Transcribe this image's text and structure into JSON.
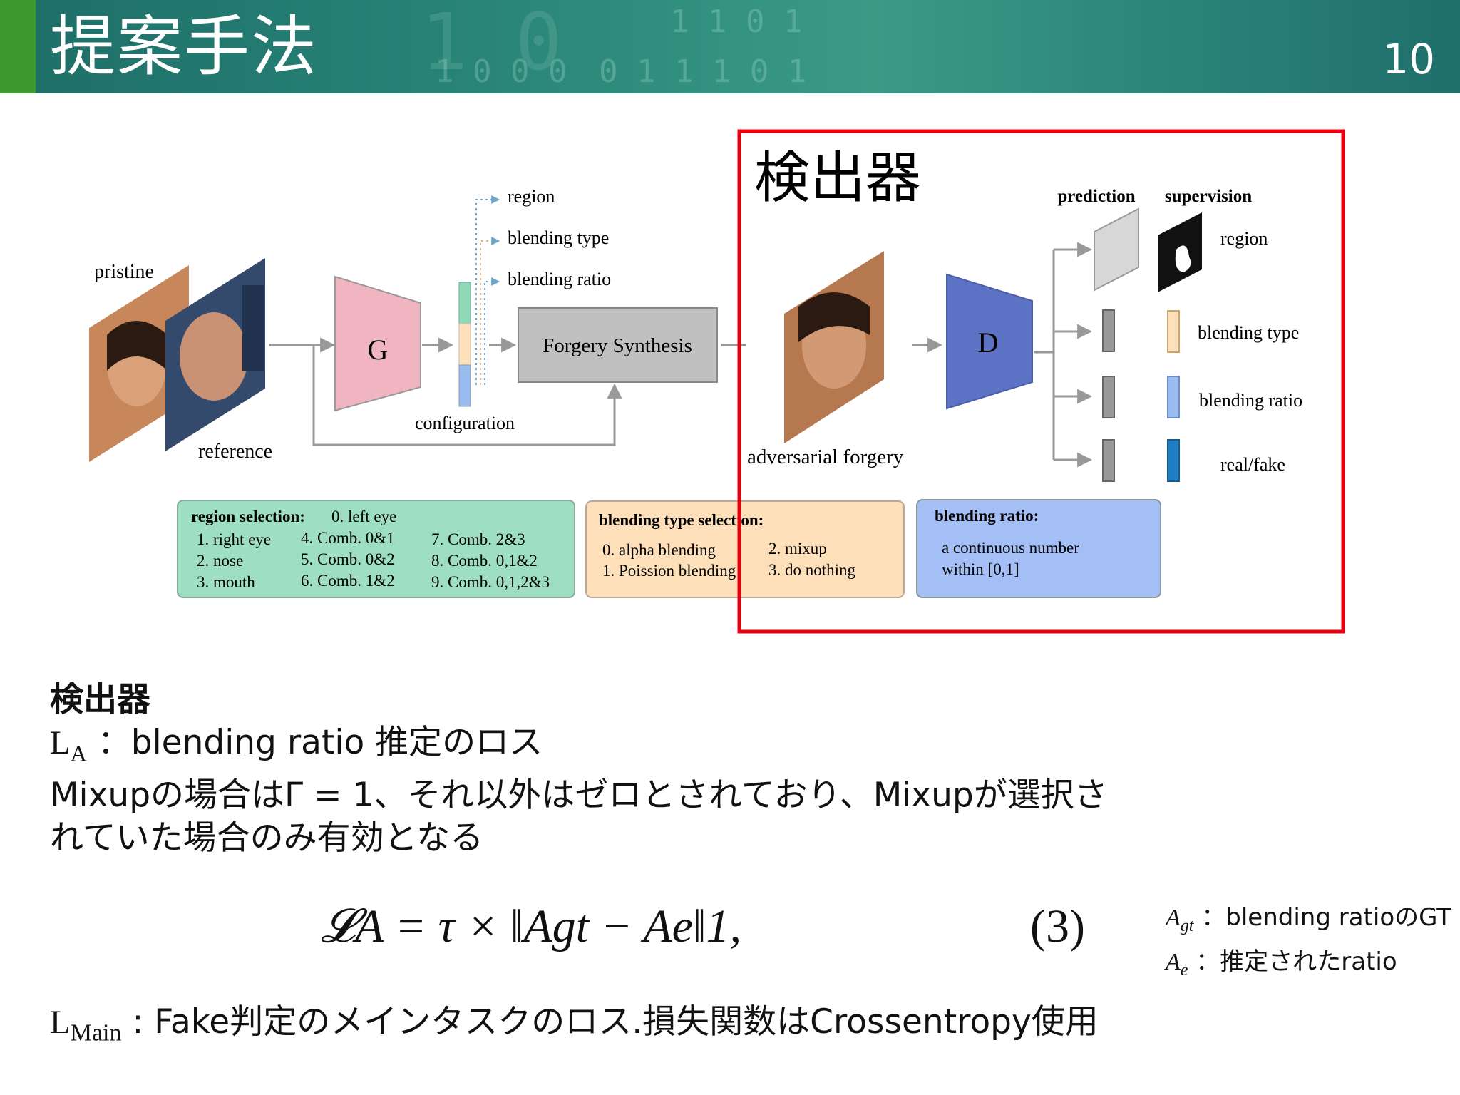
{
  "header": {
    "title": "提案手法",
    "page_number": "10",
    "background_digits": [
      "1 1 0 1",
      "0 1 1 1 0 1",
      "1 0",
      "1 0 0 0"
    ]
  },
  "figure": {
    "detector_label": "検出器",
    "pristine": "pristine",
    "reference": "reference",
    "generator": "G",
    "configuration": "configuration",
    "outputs": [
      "region",
      "blending type",
      "blending ratio"
    ],
    "forgery_synthesis": "Forgery Synthesis",
    "adversarial_forgery": "adversarial forgery",
    "discriminator": "D",
    "prediction": "prediction",
    "supervision": "supervision",
    "supervision_labels": [
      "region",
      "blending type",
      "blending ratio",
      "real/fake"
    ],
    "region_box": {
      "title": "region selection:",
      "first": "0. left eye",
      "col1": [
        "1. right eye",
        "2. nose",
        "3. mouth"
      ],
      "col2": [
        "4. Comb. 0&1",
        "5. Comb. 0&2",
        "6. Comb. 1&2"
      ],
      "col3": [
        "7. Comb. 2&3",
        "8. Comb. 0,1&2",
        "9. Comb. 0,1,2&3"
      ]
    },
    "blend_box": {
      "title": "blending type selection:",
      "col1": [
        "0. alpha blending",
        "1. Poission blending"
      ],
      "col2": [
        "2. mixup",
        "3. do nothing"
      ]
    },
    "ratio_box": {
      "title": "blending ratio:",
      "lines": [
        "a continuous number",
        "within [0,1]"
      ]
    },
    "colors": {
      "green_box": "#9fdfc1",
      "orange_box": "#fde0b9",
      "blue_box": "#a3bff5",
      "G": "#f1b5c2",
      "D": "#5c72c4",
      "highlight": "#e8000f"
    }
  },
  "text": {
    "heading": "検出器",
    "la_symbol": "L",
    "la_sub": "A",
    "la_desc": "：blending ratio 推定のロス",
    "line2": "Mixupの場合はΓ = 1、それ以外はゼロとされており、Mixupが選択さ",
    "line3": "れていた場合のみ有効となる"
  },
  "equation": {
    "formula": "𝓛A = τ × ‖Agt − Ae‖1,",
    "number": "(3)"
  },
  "notes": [
    {
      "sym": "A",
      "sub": "gt",
      "desc": "：blending ratioのGT"
    },
    {
      "sym": "A",
      "sub": "e",
      "desc": "：推定されたratio"
    }
  ],
  "lmain": {
    "sym": "L",
    "sub": "Main",
    "desc": ": Fake判定のメインタスクのロス.損失関数はCrossentropy使用"
  }
}
